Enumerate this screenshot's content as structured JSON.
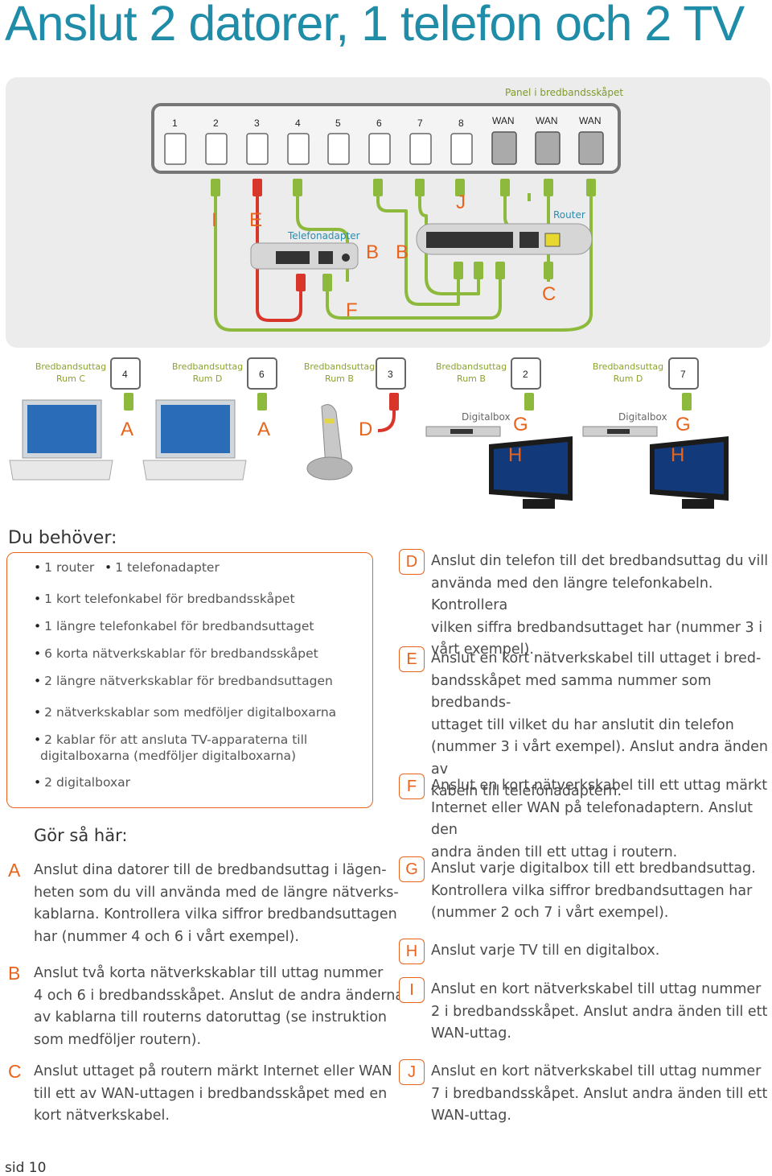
{
  "title": "Anslut 2 datorer, 1 telefon och 2 TV",
  "diagram": {
    "panel_label": "Panel i bredbandsskåpet",
    "panel_ports": [
      "1",
      "2",
      "3",
      "4",
      "5",
      "6",
      "7",
      "8"
    ],
    "wan_ports": [
      "WAN",
      "WAN",
      "WAN"
    ],
    "router_label": "Router",
    "adapter_label": "Telefonadapter",
    "letters_top": {
      "I": "I",
      "E": "E",
      "J": "J",
      "B1": "B",
      "B2": "B",
      "F": "F",
      "C": "C"
    },
    "outlets": [
      {
        "line1": "Bredbandsuttag",
        "line2": "Rum C",
        "number": "4"
      },
      {
        "line1": "Bredbandsuttag",
        "line2": "Rum D",
        "number": "6"
      },
      {
        "line1": "Bredbandsuttag",
        "line2": "Rum B",
        "number": "3"
      },
      {
        "line1": "Bredbandsuttag",
        "line2": "Rum B",
        "number": "2"
      },
      {
        "line1": "Bredbandsuttag",
        "line2": "Rum D",
        "number": "7"
      }
    ],
    "digitalbox_label": "Digitalbox",
    "letters_bottom": {
      "A1": "A",
      "A2": "A",
      "D": "D",
      "G1": "G",
      "G2": "G",
      "H1": "H",
      "H2": "H"
    }
  },
  "need": {
    "heading": "Du behöver:",
    "items_row1": [
      "1 router",
      "1 telefonadapter"
    ],
    "items": [
      "1 kort telefonkabel för bredbandsskåpet",
      "1 längre telefonkabel för bredbandsuttaget",
      "6 korta nätverkskablar för bredbandsskåpet",
      "2 längre nätverkskablar för bredbandsuttagen",
      "2 nätverkskablar som medföljer digitalboxarna",
      "2 kablar för att ansluta TV-apparaterna till",
      "digitalboxarna (medföljer digitalboxarna)",
      "2 digitalboxar"
    ]
  },
  "how": {
    "heading": "Gör så här:",
    "steps_left": [
      {
        "letter": "A",
        "lines": [
          "Anslut dina datorer till de bredbandsuttag i lägen-",
          "heten som du vill använda med de längre nätverks-",
          "kablarna. Kontrollera vilka siffror bredbandsuttagen",
          "har (nummer 4 och 6 i vårt exempel)."
        ]
      },
      {
        "letter": "B",
        "lines": [
          "Anslut två korta nätverkskablar till uttag nummer",
          "4 och 6 i bredbandsskåpet. Anslut de andra änderna",
          "av kablarna till routerns datoruttag (se instruktion",
          "som medföljer routern)."
        ]
      },
      {
        "letter": "C",
        "lines": [
          "Anslut uttaget på routern märkt Internet eller WAN",
          "till ett av WAN-uttagen i bredbandsskåpet med en",
          "kort nätverkskabel."
        ]
      }
    ],
    "steps_right": [
      {
        "letter": "D",
        "lines": [
          "Anslut din telefon till det bredbandsuttag du vill",
          "använda med den längre telefonkabeln. Kontrollera",
          "vilken siffra bredbandsuttaget har (nummer 3 i",
          "vårt exempel)."
        ]
      },
      {
        "letter": "E",
        "lines": [
          "Anslut en kort nätverkskabel till uttaget i bred-",
          "bandsskåpet med samma nummer som bredbands-",
          "uttaget till vilket du har anslutit din telefon",
          "(nummer 3 i vårt exempel). Anslut andra änden av",
          "kabeln till telefonadaptern."
        ]
      },
      {
        "letter": "F",
        "lines": [
          "Anslut en kort nätverkskabel till ett uttag märkt",
          "Internet eller WAN på telefonadaptern. Anslut den",
          "andra änden till ett uttag i routern."
        ]
      },
      {
        "letter": "G",
        "lines": [
          "Anslut varje digitalbox till ett bredbandsuttag.",
          "Kontrollera vilka siffror bredbandsuttagen har",
          "(nummer 2 och 7 i vårt exempel)."
        ]
      },
      {
        "letter": "H",
        "lines": [
          "Anslut varje TV till en digitalbox."
        ]
      },
      {
        "letter": "I",
        "lines": [
          "Anslut en kort nätverkskabel till uttag nummer",
          "2 i bredbandsskåpet. Anslut andra änden till ett",
          "WAN-uttag."
        ]
      },
      {
        "letter": "J",
        "lines": [
          "Anslut en kort nätverkskabel till uttag nummer",
          "7 i bredbandsskåpet. Anslut andra änden till ett",
          "WAN-uttag."
        ]
      }
    ]
  },
  "page_number": "sid 10",
  "colors": {
    "accent": "#e8641c",
    "title": "#1f8ca8",
    "cable_green": "#8dba3c",
    "cable_red": "#d8362a"
  }
}
